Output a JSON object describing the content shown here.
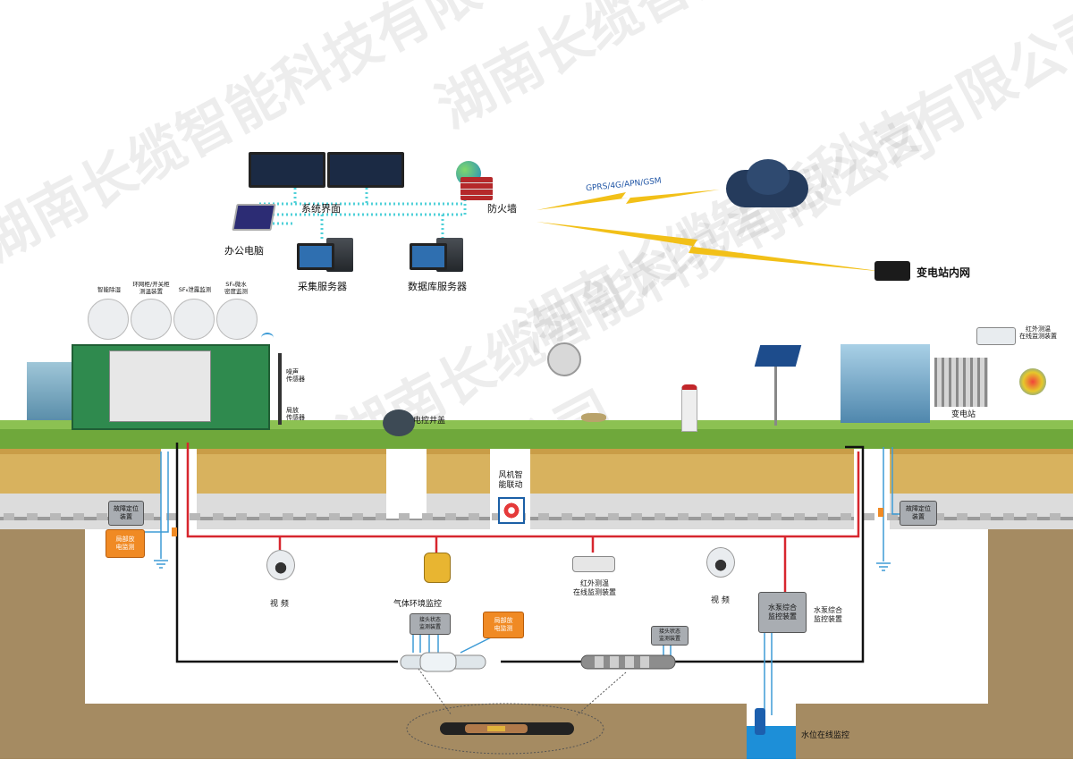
{
  "watermark": "湖南长缆智能科技有限公司",
  "network": {
    "ui_label": "系统界面",
    "firewall": "防火墙",
    "office_pc": "办公电脑",
    "collect_server": "采集服务器",
    "db_server": "数据库服务器",
    "wireless": "GPRS/4G/APN/GSM",
    "substation_net": "变电站内网"
  },
  "left_devices": {
    "d1": "智能除湿",
    "d2": "环网柜/开关柜\n测温装置",
    "d3": "SF₆泄露监测",
    "d4": "SF₆微水\n密度监测",
    "noise": "噪声\n传感器",
    "partial": "局放\n传感器"
  },
  "surface": {
    "manhole": "电控井盖",
    "fan": "风机智\n能联动",
    "infrared_top": "红外测温\n在线监测装置",
    "substation": "变电站"
  },
  "tunnel": {
    "fault_left": "故障定位\n装置",
    "partial_left": "局部放\n电监测",
    "fault_right": "故障定位\n装置",
    "video1": "视  频",
    "gas": "气体环境监控",
    "infrared": "红外测温\n在线监测装置",
    "video2": "视  频",
    "pump_box": "水泵综合\n监控装置",
    "pump_label": "水泵综合\n监控装置",
    "joint_temp1": "接头状态\n监测装置",
    "partial_mid": "局部放\n电监测",
    "joint_temp2": "接头状态\n监测装置",
    "water": "水位在线监控"
  },
  "colors": {
    "red_cable": "#d7262e",
    "black_cable": "#111111",
    "blue_line": "#3d9bd6",
    "cyan_dots": "#4fd0d8",
    "bolt": "#f2c018"
  }
}
